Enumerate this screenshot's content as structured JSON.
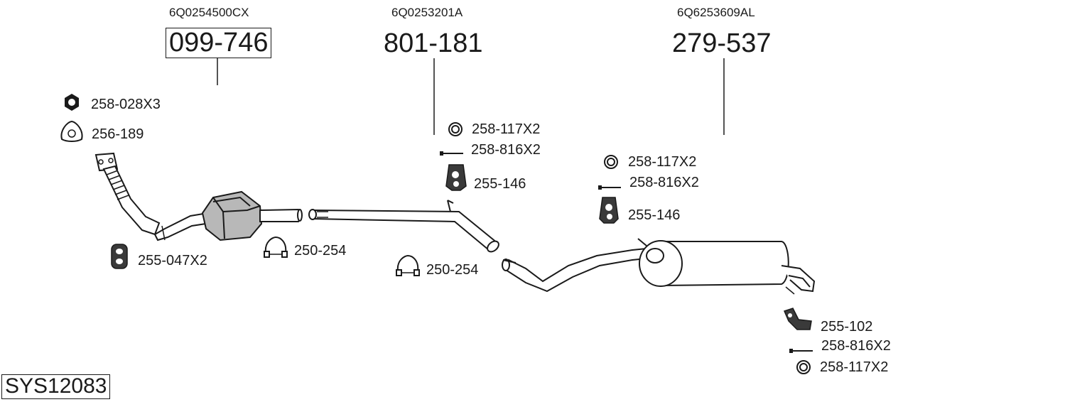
{
  "assemblies": [
    {
      "oe_number": "6Q0254500CX",
      "part_number": "099-746"
    },
    {
      "oe_number": "6Q0253201A",
      "part_number": "801-181"
    },
    {
      "oe_number": "6Q6253609AL",
      "part_number": "279-537"
    }
  ],
  "parts": {
    "nut": "258-028X3",
    "gasket_front": "256-189",
    "hanger_front": "255-047X2",
    "clamp_1": "250-254",
    "clamp_2": "250-254",
    "ring_mid": "258-117X2",
    "bolt_mid": "258-816X2",
    "hanger_mid": "255-146",
    "ring_rear": "258-117X2",
    "bolt_rear": "258-816X2",
    "hanger_rear": "255-146",
    "bracket_tail": "255-102",
    "bolt_tail": "258-816X2",
    "ring_tail": "258-117X2"
  },
  "system_id": "SYS12083"
}
